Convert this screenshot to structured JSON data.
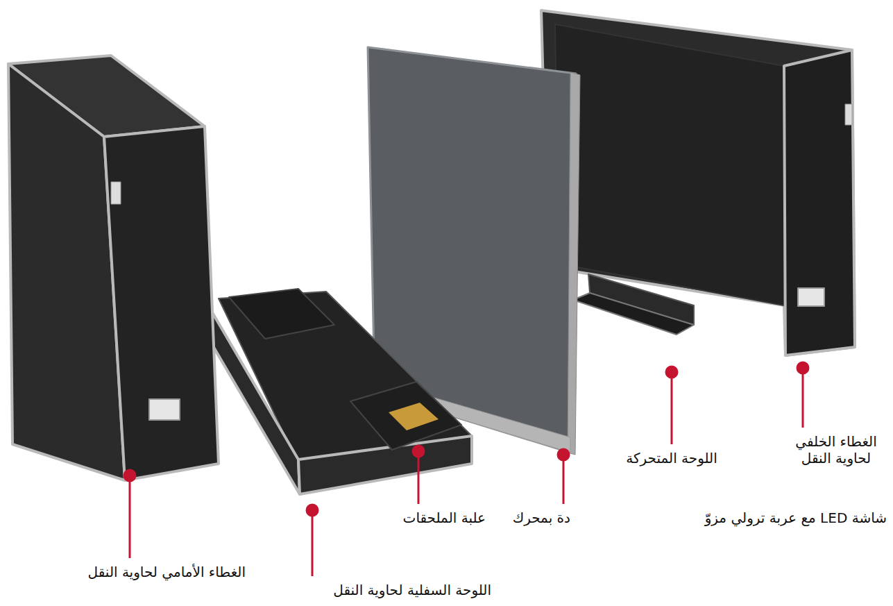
{
  "diagram": {
    "labels": [
      "الغطاء الخلفي لحاوية النقل",
      "اللوحة المتحركة",
      "شاشة LED مع عربة ترولي مزوّ",
      "دة بمحرك",
      "علبة الملحقات",
      "الغطاء الأمامي لحاوية النقل",
      "اللوحة السفلية لحاوية النقل"
    ]
  }
}
